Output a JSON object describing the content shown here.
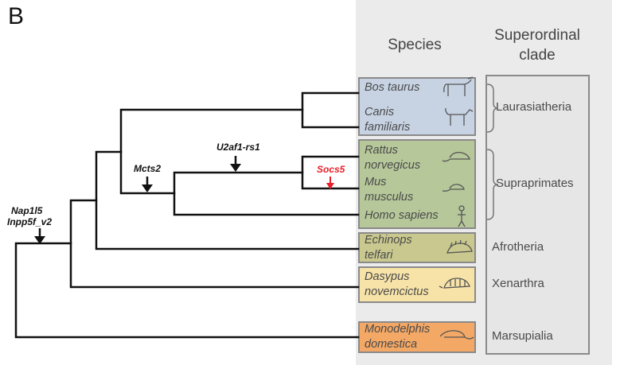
{
  "panel_letter": "B",
  "headers": {
    "species": "Species",
    "clade_line1": "Superordinal",
    "clade_line2": "clade"
  },
  "species": [
    {
      "name_line1": "Bos taurus",
      "name_line2": "",
      "icon": "cow-icon"
    },
    {
      "name_line1": "Canis",
      "name_line2": "familiaris",
      "icon": "dog-icon"
    },
    {
      "name_line1": "Rattus",
      "name_line2": "norvegicus",
      "icon": "rat-icon"
    },
    {
      "name_line1": "Mus",
      "name_line2": "musculus",
      "icon": "mouse-icon"
    },
    {
      "name_line1": "Homo sapiens",
      "name_line2": "",
      "icon": "human-icon"
    },
    {
      "name_line1": "Echinops",
      "name_line2": "telfari",
      "icon": "tenrec-icon"
    },
    {
      "name_line1": "Dasypus",
      "name_line2": "novemcictus",
      "icon": "armadillo-icon"
    },
    {
      "name_line1": "Monodelphis",
      "name_line2": "domestica",
      "icon": "opossum-icon"
    }
  ],
  "clades": [
    "Laurasiatheria",
    "Supraprimates",
    "Afrotheria",
    "Xenarthra",
    "Marsupialia"
  ],
  "genes": {
    "nap1l5": "Nap1l5",
    "inpp5f": "Inpp5f_v2",
    "mcts2": "Mcts2",
    "u2af1": "U2af1-rs1",
    "socs5": "Socs5"
  },
  "colors": {
    "laurasiatheria": "#c7d3e3",
    "supraprimates": "#b6c79a",
    "afrotheria": "#c9c98f",
    "xenarthra": "#f7e3a8",
    "marsupialia": "#f3a866",
    "highlight": "#e8202a"
  }
}
